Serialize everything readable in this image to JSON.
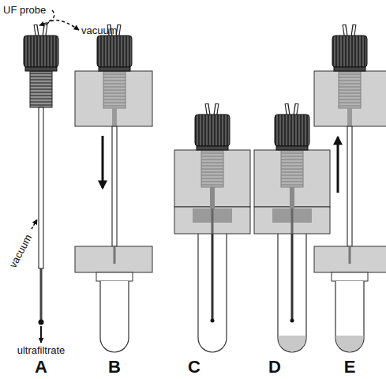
{
  "diagram": {
    "labels": [
      "UF probe",
      "vacuum",
      "vacuum",
      "ultrafiltrate",
      "A",
      "B",
      "C",
      "D",
      "E"
    ]
  }
}
